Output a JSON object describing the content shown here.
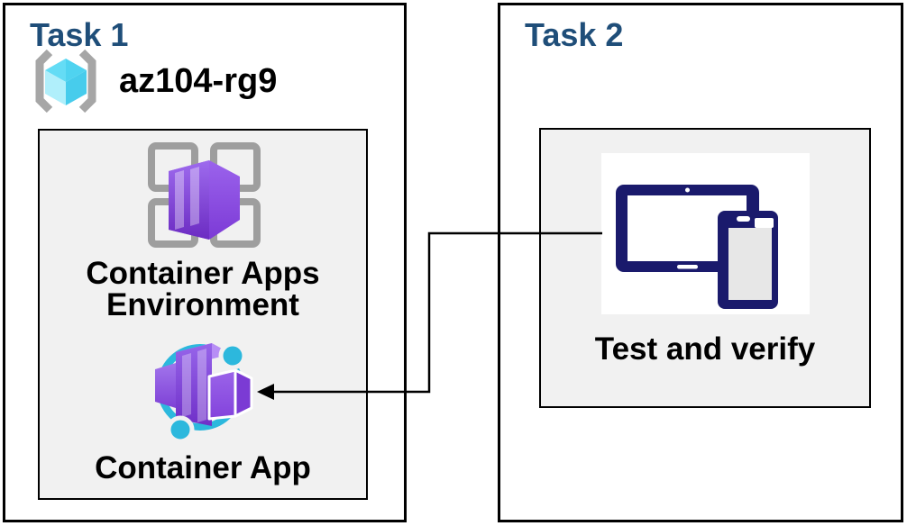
{
  "task1": {
    "title": "Task 1",
    "resource_group_name": "az104-rg9",
    "environment_label": "Container Apps Environment",
    "app_label": "Container App"
  },
  "task2": {
    "title": "Task 2",
    "verify_label": "Test and verify"
  },
  "icons": {
    "resource_group": "azure-resource-group-icon",
    "environment": "container-apps-environment-icon",
    "container_app": "container-app-icon",
    "devices": "tablet-and-phone-icon"
  },
  "connector": {
    "type": "elbow-arrow",
    "from": "test-and-verify",
    "to": "container-app"
  },
  "colors": {
    "title_blue": "#1F4E79",
    "border_black": "#000000",
    "panel_bg": "#F1F1F1",
    "canvas_bg": "#FFFFFF",
    "device_navy": "#1A1A6C",
    "device_screen_gray": "#E7E7E7",
    "cyan": "#2CB8DD",
    "grid_gray": "#9E9E9E",
    "bracket_gray": "#A6A6A6",
    "text_black": "#000000"
  }
}
